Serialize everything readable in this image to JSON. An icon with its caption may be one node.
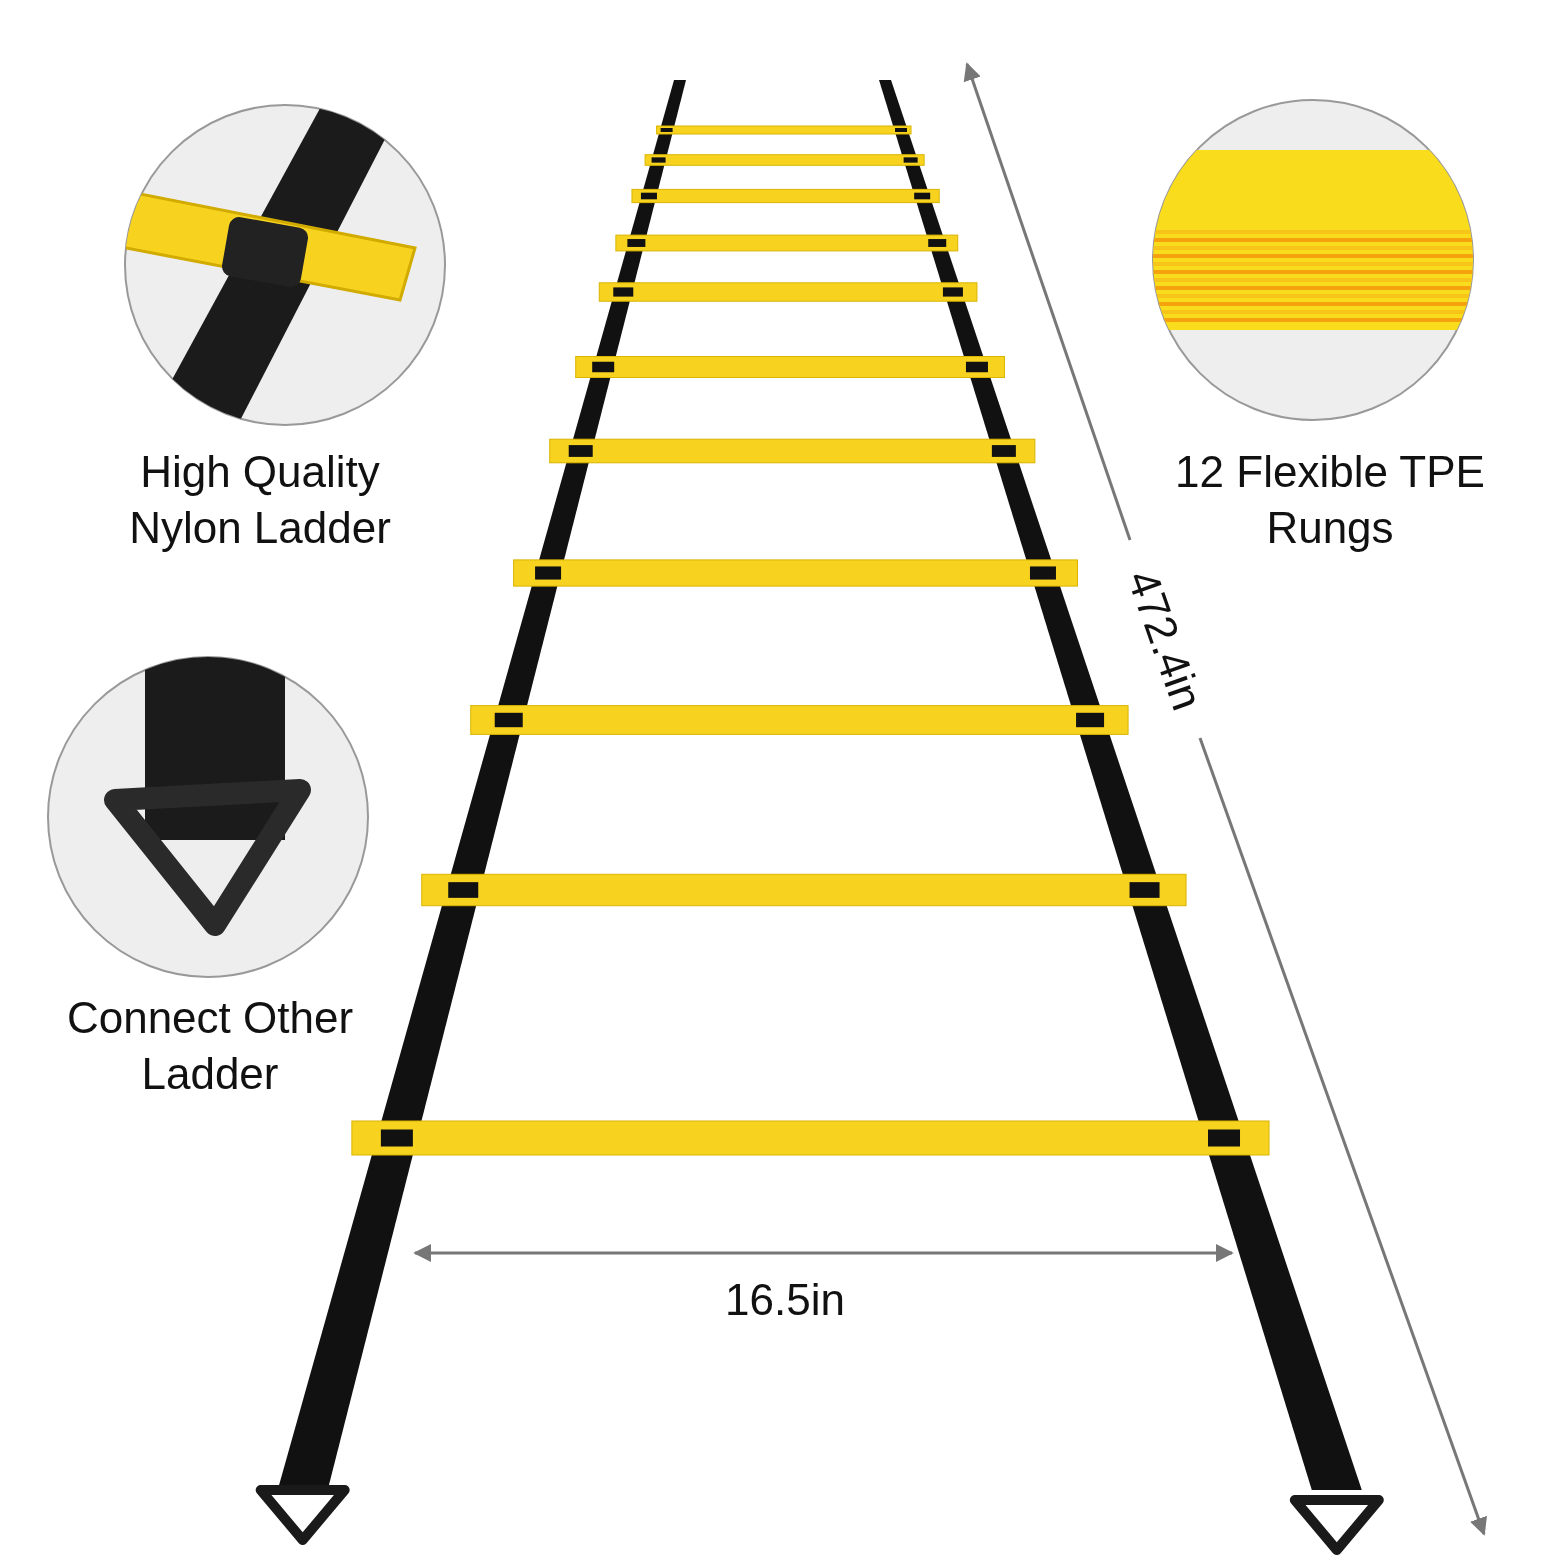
{
  "diagram": {
    "labels": [
      "High Quality Nylon Ladder",
      "12 Flexible TPE Rungs",
      "Connect Other Ladder",
      "472.4in",
      "16.5in"
    ]
  }
}
